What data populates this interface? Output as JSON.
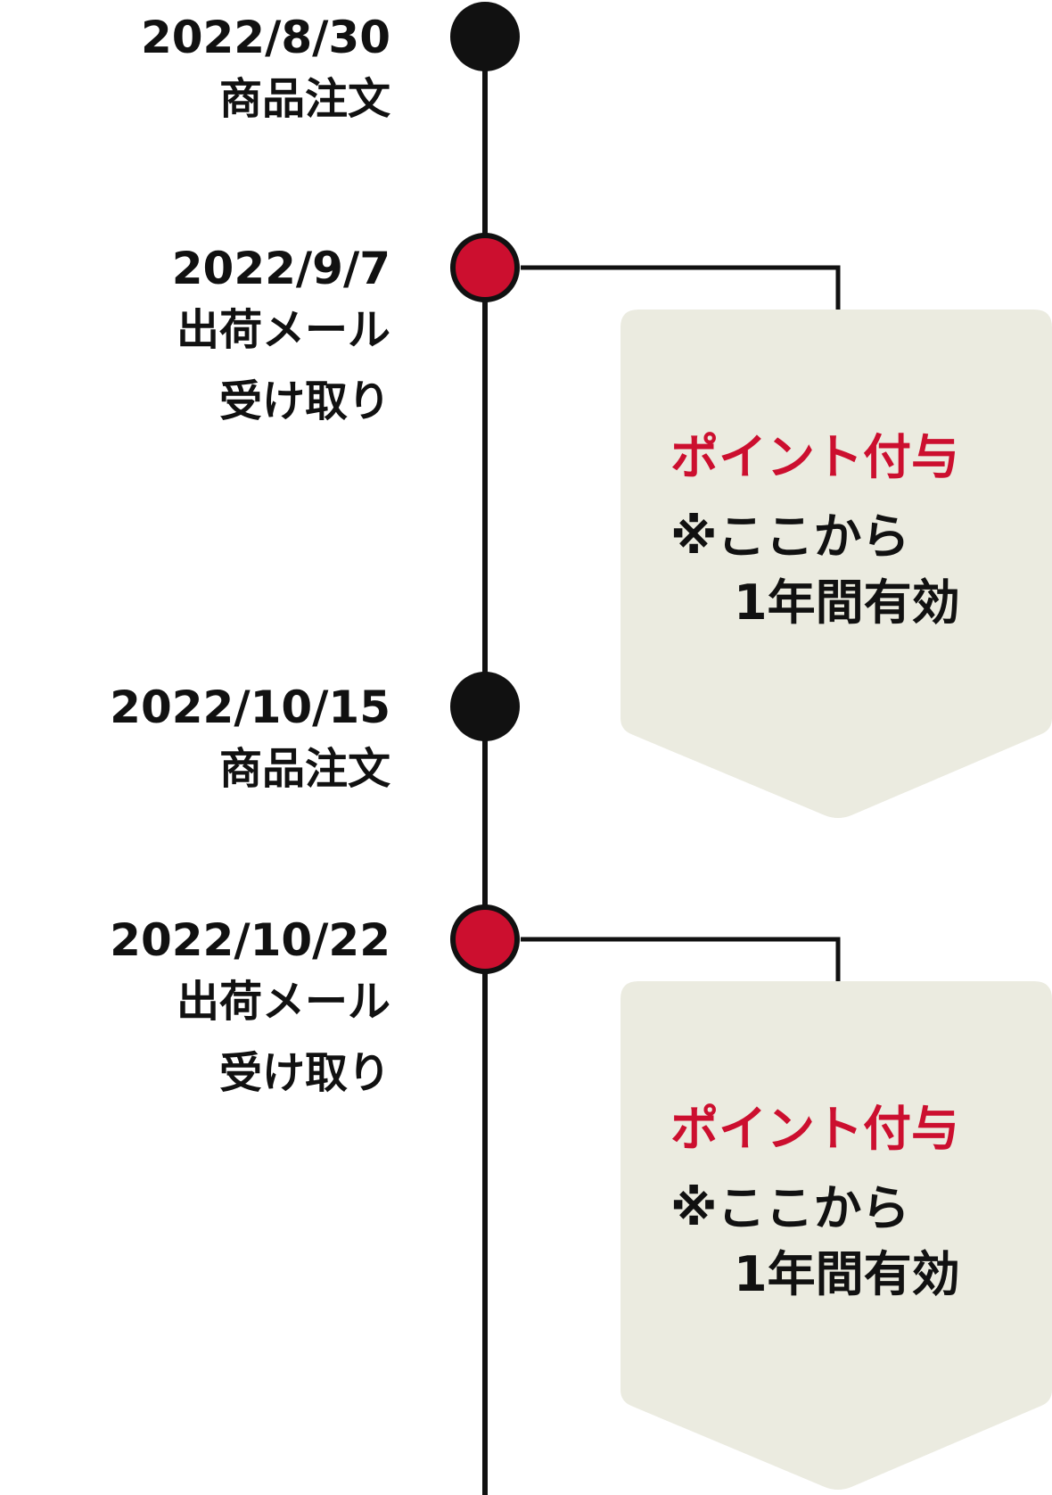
{
  "colors": {
    "accent": "#cc0f2f",
    "box": "#ebebe0",
    "line": "#111111"
  },
  "events": [
    {
      "date": "2022/8/30",
      "label": [
        "商品注文"
      ],
      "type": "order"
    },
    {
      "date": "2022/9/7",
      "label": [
        "出荷メール",
        "受け取り"
      ],
      "type": "shipping"
    },
    {
      "date": "2022/10/15",
      "label": [
        "商品注文"
      ],
      "type": "order"
    },
    {
      "date": "2022/10/22",
      "label": [
        "出荷メール",
        "受け取り"
      ],
      "type": "shipping"
    }
  ],
  "callouts": [
    {
      "title": "ポイント付与",
      "note_line1": "※ここから",
      "note_line2": "1年間有効"
    },
    {
      "title": "ポイント付与",
      "note_line1": "※ここから",
      "note_line2": "1年間有効"
    }
  ]
}
